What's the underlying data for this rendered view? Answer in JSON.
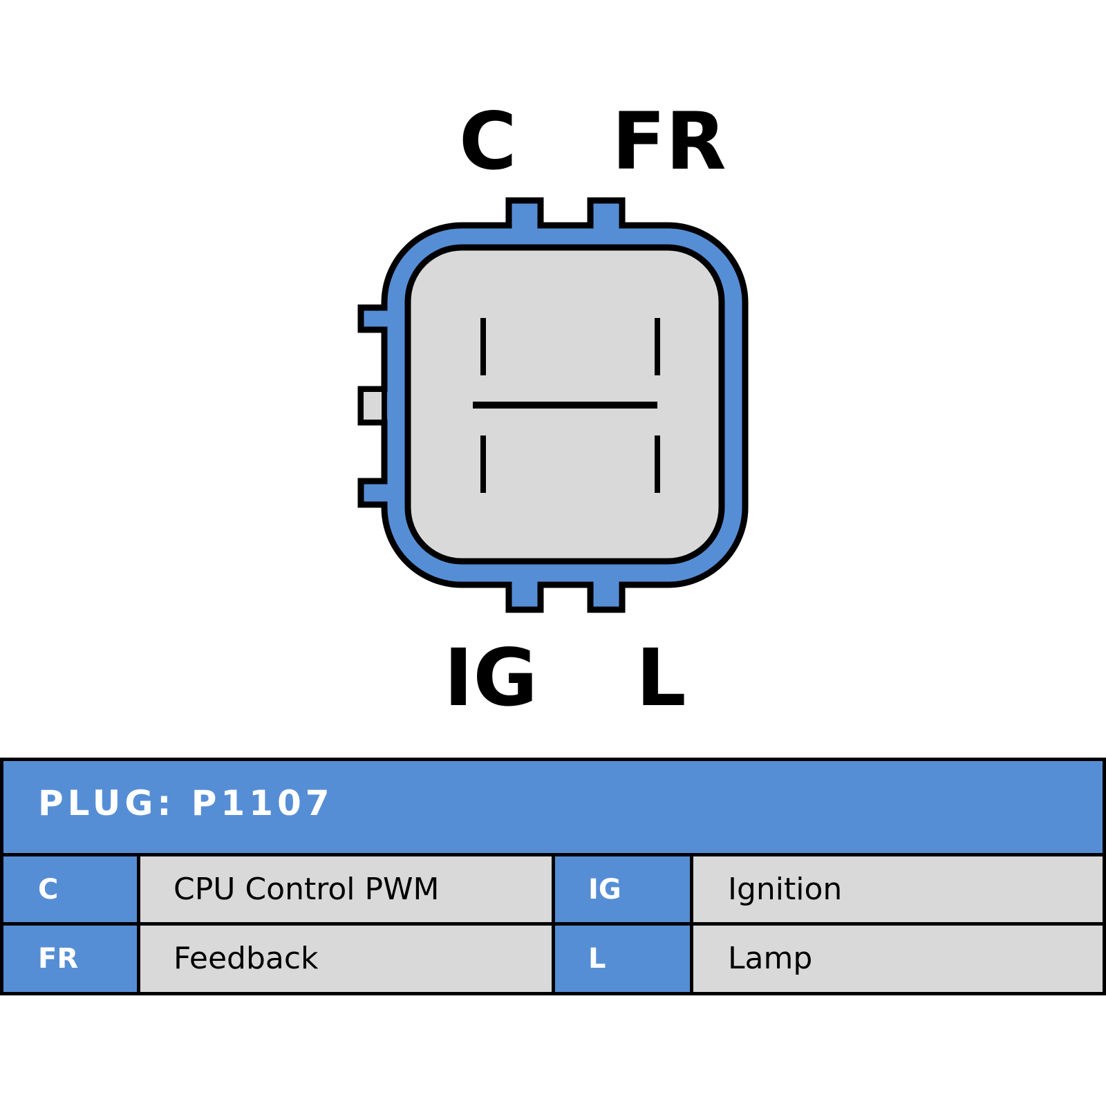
{
  "connector": {
    "pins": {
      "top_left": "C",
      "top_right": "FR",
      "bottom_left": "IG",
      "bottom_right": "L"
    },
    "colors": {
      "housing": "#568ed6",
      "face": "#d9d9d9",
      "outline": "#000000"
    }
  },
  "table": {
    "title": "PLUG: P1107",
    "rows": [
      {
        "code_a": "C",
        "desc_a": "CPU Control PWM",
        "code_b": "IG",
        "desc_b": "Ignition"
      },
      {
        "code_a": "FR",
        "desc_a": "Feedback",
        "code_b": "L",
        "desc_b": "Lamp"
      }
    ]
  }
}
